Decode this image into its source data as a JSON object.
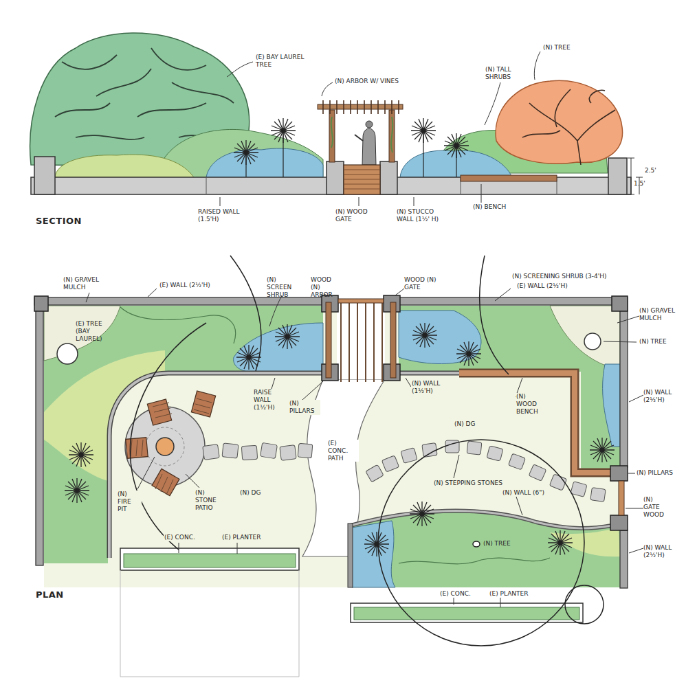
{
  "diagram": {
    "labels": [
      "(E) BAY LAUREL TREE",
      "(N) ARBOR W/ VINES",
      "(N) TALL SHRUBS",
      "(N) TREE",
      "2.5'",
      "1.5'",
      "RAISED WALL (1.5'H)",
      "(N) WOOD GATE",
      "(N) STUCCO WALL (1½' H)",
      "(N) BENCH",
      "SECTION",
      "(N) GRAVEL MULCH",
      "(E) WALL (2½'H)",
      "(N) SCREEN SHRUB",
      "WOOD (N) ARBOR",
      "WOOD (N) GATE",
      "(N) SCREENING SHRUB (3-4'H)",
      "(E) WALL (2½'H)",
      "(N) GRAVEL MULCH",
      "(E) TREE (BAY LAUREL)",
      "(N) TREE",
      "RAISE WALL (1½'H)",
      "(N) PILLARS",
      "(N) WALL (1½'H)",
      "(N) WOOD BENCH",
      "(N) WALL (2½'H)",
      "(N) DG",
      "(E) CONC. PATH",
      "(N) PILLARS",
      "(N) STEPPING STONES",
      "(N) WALL (6\")",
      "(N) GATE WOOD",
      "(N) FIRE PIT",
      "(N) STONE PATIO",
      "(N) DG",
      "(N) TREE",
      "(N) WALL (2½'H)",
      "(E) CONC.",
      "(E) PLANTER",
      "(E) CONC.",
      "(E) PLANTER",
      "PLAN"
    ]
  }
}
